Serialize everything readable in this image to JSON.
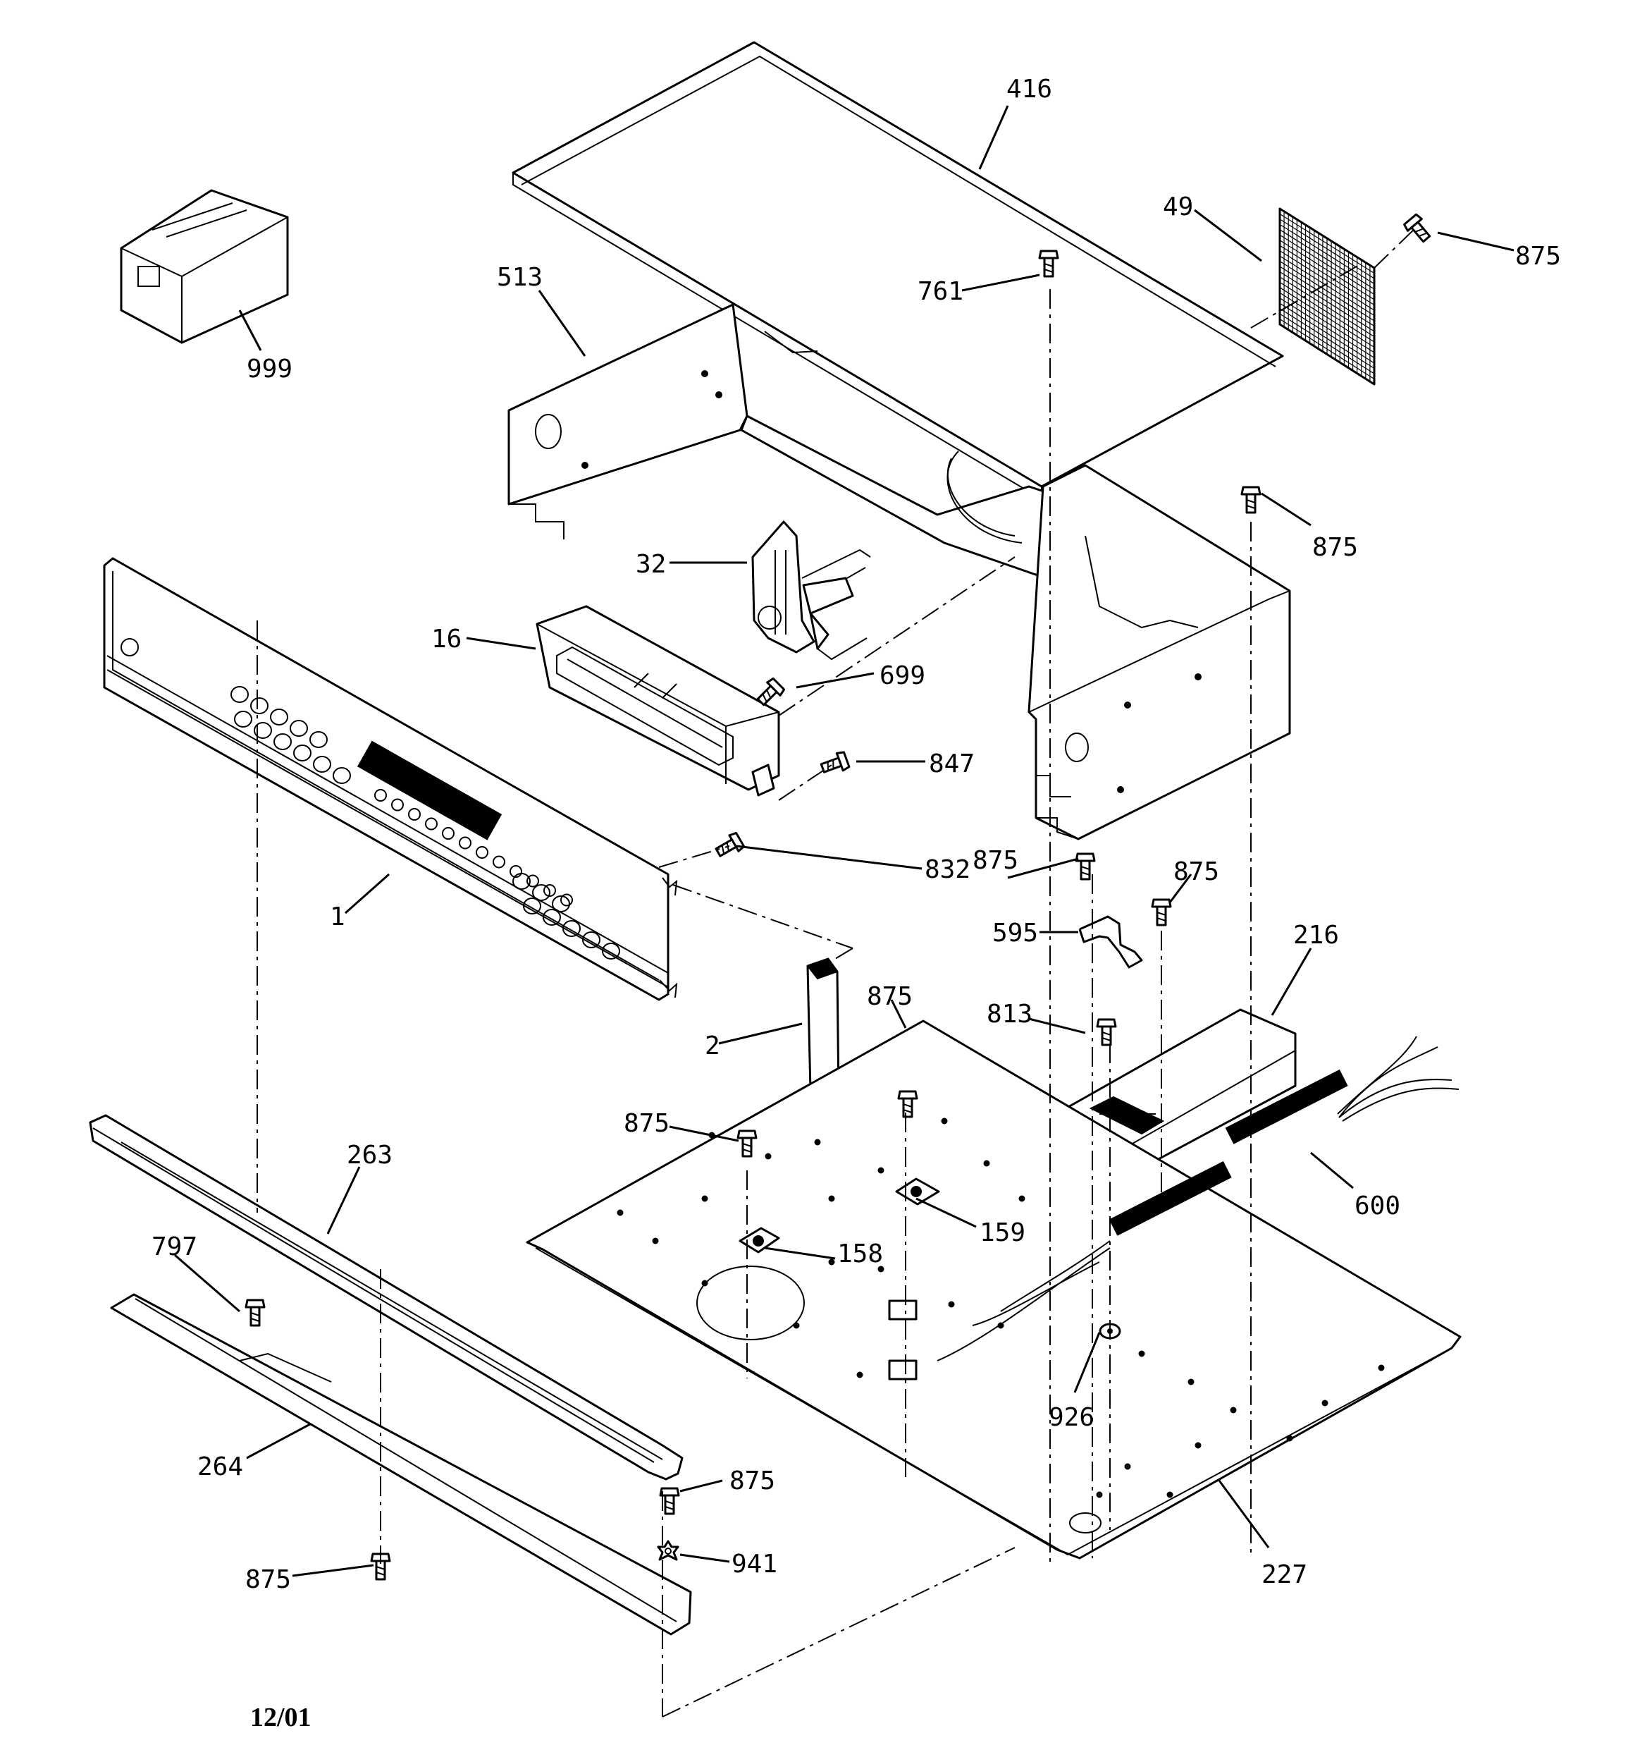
{
  "diagram": {
    "date_code": "12/01",
    "labels": [
      {
        "id": "416",
        "text": "416"
      },
      {
        "id": "49",
        "text": "49"
      },
      {
        "id": "875a",
        "text": "875"
      },
      {
        "id": "761",
        "text": "761"
      },
      {
        "id": "513",
        "text": "513"
      },
      {
        "id": "999",
        "text": "999"
      },
      {
        "id": "875b",
        "text": "875"
      },
      {
        "id": "32",
        "text": "32"
      },
      {
        "id": "16",
        "text": "16"
      },
      {
        "id": "699",
        "text": "699"
      },
      {
        "id": "847",
        "text": "847"
      },
      {
        "id": "875c",
        "text": "875"
      },
      {
        "id": "875d",
        "text": "875"
      },
      {
        "id": "832",
        "text": "832"
      },
      {
        "id": "1",
        "text": "1"
      },
      {
        "id": "595",
        "text": "595"
      },
      {
        "id": "216",
        "text": "216"
      },
      {
        "id": "875e",
        "text": "875"
      },
      {
        "id": "813",
        "text": "813"
      },
      {
        "id": "2",
        "text": "2"
      },
      {
        "id": "875f",
        "text": "875"
      },
      {
        "id": "263",
        "text": "263"
      },
      {
        "id": "600",
        "text": "600"
      },
      {
        "id": "797",
        "text": "797"
      },
      {
        "id": "158",
        "text": "158"
      },
      {
        "id": "159",
        "text": "159"
      },
      {
        "id": "926",
        "text": "926"
      },
      {
        "id": "264",
        "text": "264"
      },
      {
        "id": "875g",
        "text": "875"
      },
      {
        "id": "941",
        "text": "941"
      },
      {
        "id": "875h",
        "text": "875"
      },
      {
        "id": "227",
        "text": "227"
      }
    ]
  }
}
